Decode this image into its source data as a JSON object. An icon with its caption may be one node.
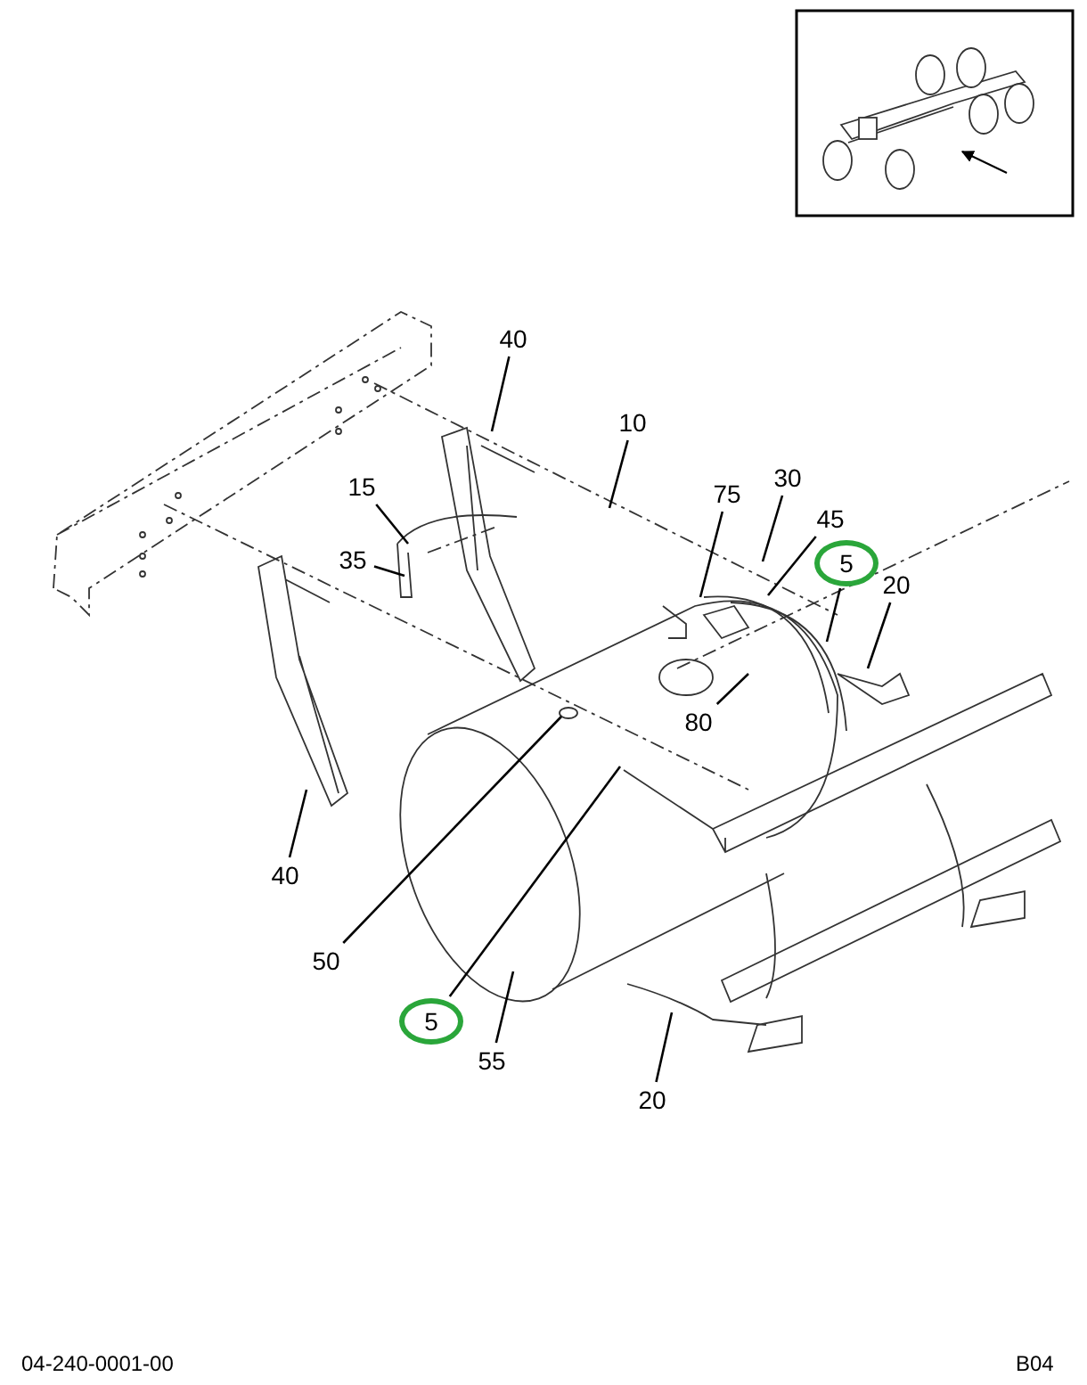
{
  "diagram": {
    "nodes": [
      {
        "text": [
          "40"
        ]
      },
      {
        "text": [
          "10"
        ]
      },
      {
        "text": [
          "15"
        ]
      },
      {
        "text": [
          "35"
        ]
      },
      {
        "text": [
          "75"
        ]
      },
      {
        "text": [
          "30"
        ]
      },
      {
        "text": [
          "45"
        ]
      },
      {
        "text": [
          "5"
        ]
      },
      {
        "text": [
          "20"
        ]
      },
      {
        "text": [
          "80"
        ]
      },
      {
        "text": [
          "40"
        ]
      },
      {
        "text": [
          "50"
        ]
      },
      {
        "text": [
          "5"
        ]
      },
      {
        "text": [
          "55"
        ]
      },
      {
        "text": [
          "20"
        ]
      }
    ],
    "edges": [
      {
        "from": 0,
        "to": null,
        "arrow": "none"
      },
      {
        "from": 1,
        "to": null,
        "arrow": "none"
      },
      {
        "from": 2,
        "to": null,
        "arrow": "none"
      },
      {
        "from": 3,
        "to": null,
        "arrow": "none"
      },
      {
        "from": 4,
        "to": null,
        "arrow": "none"
      },
      {
        "from": 5,
        "to": null,
        "arrow": "none"
      },
      {
        "from": 6,
        "to": null,
        "arrow": "none"
      },
      {
        "from": 7,
        "to": null,
        "arrow": "none"
      },
      {
        "from": 8,
        "to": null,
        "arrow": "none"
      },
      {
        "from": 9,
        "to": null,
        "arrow": "none"
      },
      {
        "from": 10,
        "to": null,
        "arrow": "none"
      },
      {
        "from": 11,
        "to": null,
        "arrow": "none"
      },
      {
        "from": 12,
        "to": null,
        "arrow": "none"
      },
      {
        "from": 13,
        "to": null,
        "arrow": "none"
      },
      {
        "from": 14,
        "to": null,
        "arrow": "none"
      }
    ],
    "labels": [
      "04-240-0001-00",
      "B04"
    ]
  }
}
